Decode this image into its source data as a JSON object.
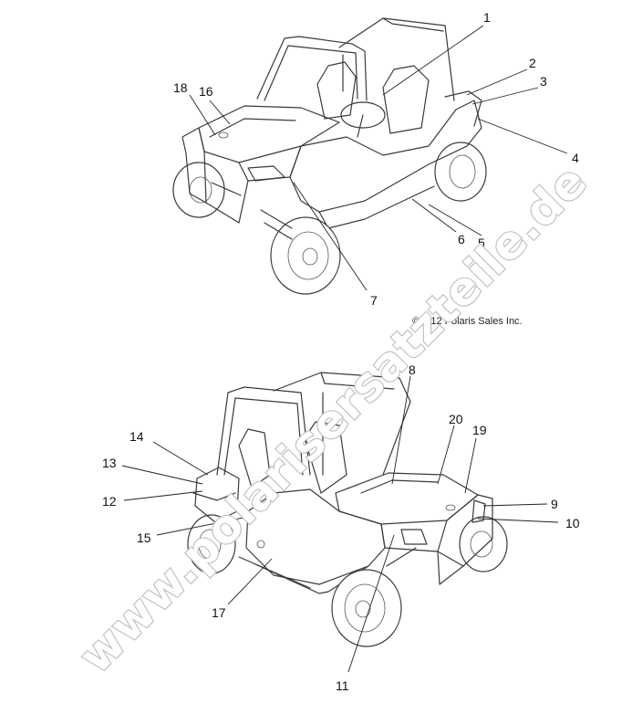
{
  "copyright": "©2012 Polaris Sales Inc.",
  "watermark": "www.polarisersatzteile.de",
  "top_view": {
    "callouts": [
      {
        "id": "c1",
        "label": "1"
      },
      {
        "id": "c2",
        "label": "2"
      },
      {
        "id": "c3",
        "label": "3"
      },
      {
        "id": "c4",
        "label": "4"
      },
      {
        "id": "c5",
        "label": "5"
      },
      {
        "id": "c6",
        "label": "6"
      },
      {
        "id": "c7",
        "label": "7"
      },
      {
        "id": "c16",
        "label": "16"
      },
      {
        "id": "c18",
        "label": "18"
      }
    ]
  },
  "bottom_view": {
    "callouts": [
      {
        "id": "c8",
        "label": "8"
      },
      {
        "id": "c9",
        "label": "9"
      },
      {
        "id": "c10",
        "label": "10"
      },
      {
        "id": "c11",
        "label": "11"
      },
      {
        "id": "c12",
        "label": "12"
      },
      {
        "id": "c13",
        "label": "13"
      },
      {
        "id": "c14",
        "label": "14"
      },
      {
        "id": "c15",
        "label": "15"
      },
      {
        "id": "c17",
        "label": "17"
      },
      {
        "id": "c19",
        "label": "19"
      },
      {
        "id": "c20",
        "label": "20"
      }
    ]
  },
  "colors": {
    "line": "#3a3a3a",
    "watermark_outline": "#bdbdbd",
    "background": "#ffffff"
  }
}
